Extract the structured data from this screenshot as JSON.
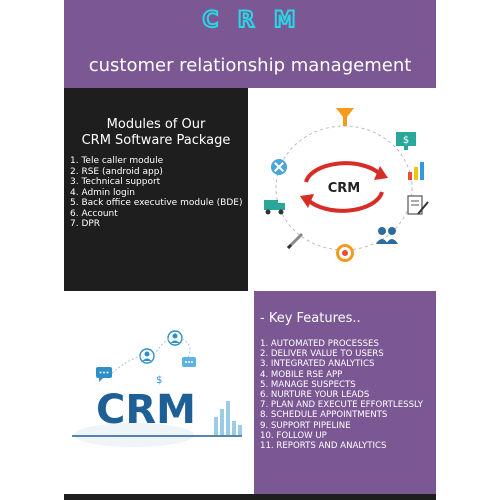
{
  "header": {
    "logo_letters": [
      "C",
      "R",
      "M"
    ],
    "subtitle": "customer relationship management"
  },
  "modules": {
    "title_line1": "Modules of Our",
    "title_line2": "CRM Software Package",
    "items": [
      "1. Tele caller module",
      "2. RSE (android app)",
      "3. Technical support",
      "4. Admin login",
      "5. Back office executive module (BDE)",
      "6. Account",
      "7. DPR"
    ]
  },
  "cycle": {
    "center_label": "CRM",
    "icons": [
      "tools-icon",
      "funnel-icon",
      "monitor-dollar-icon",
      "chart-icon",
      "document-pen-icon",
      "team-icon",
      "target-icon",
      "pen-icon",
      "truck-icon"
    ]
  },
  "graphic": {
    "label": "CRM"
  },
  "features": {
    "title": "- Key Features..",
    "items": [
      "1. AUTOMATED PROCESSES",
      "2. DELIVER VALUE TO USERS",
      "3. INTEGRATED ANALYTICS",
      "4. MOBILE RSE APP",
      "5. MANAGE SUSPECTS",
      "6. NURTURE YOUR LEADS",
      "7. PLAN AND EXECUTE EFFORTLESSLY",
      "8. SCHEDULE APPOINTMENTS",
      "9. SUPPORT PIPELINE",
      "10. FOLLOW UP",
      "11. REPORTS AND ANALYTICS"
    ]
  },
  "colors": {
    "purple": "#7b5894",
    "dark": "#1e1e1e",
    "cyan": "#28d7e6",
    "crm_blue": "#1e5f96",
    "arrow_red": "#d82c26"
  }
}
